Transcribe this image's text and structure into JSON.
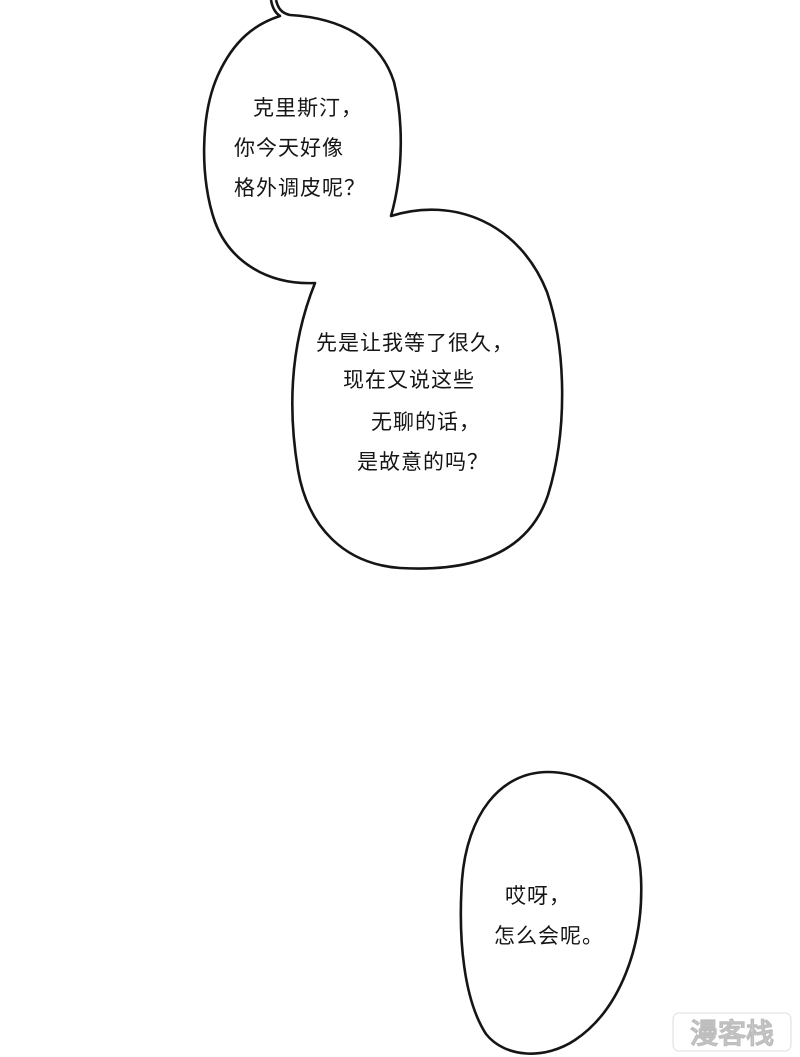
{
  "bubbles": [
    {
      "lines": [
        "克里斯汀，",
        "你今天好像",
        "格外调皮呢？"
      ]
    },
    {
      "lines": [
        "先是让我等了很久，",
        "现在又说这些",
        "无聊的话，",
        "是故意的吗？"
      ]
    },
    {
      "lines": [
        "哎呀，",
        "怎么会呢。"
      ]
    }
  ],
  "watermark": {
    "text": "漫客栈",
    "color": "#c9c9c9"
  },
  "colors": {
    "background": "#ffffff",
    "ink": "#151515"
  }
}
